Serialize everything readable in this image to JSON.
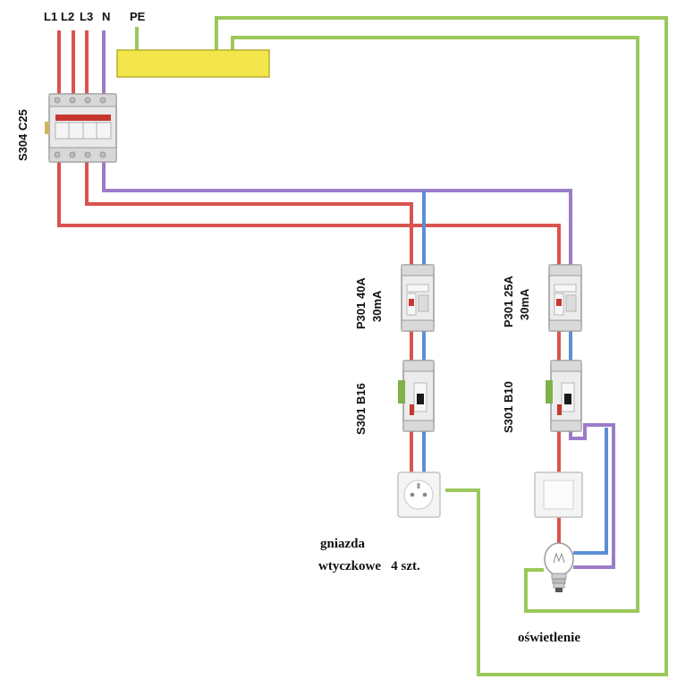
{
  "wire_colors": {
    "phase": "#d9544f",
    "neutral_supply": "#9b7cc9",
    "neutral_branch": "#5b8ed6",
    "pe": "#9bc85a",
    "busbar": "#f3e64a"
  },
  "terminals": {
    "l1": "L1",
    "l2": "L2",
    "l3": "L3",
    "n": "N",
    "pe": "PE"
  },
  "main_breaker": {
    "label": "S304 C25"
  },
  "circuit_sockets": {
    "rcd": {
      "line1": "P301 40A",
      "line2": "30mA"
    },
    "mcb": {
      "label": "S301 B16"
    },
    "device_icon": "socket-icon",
    "caption_line1": "gniazda",
    "caption_line2": "wtyczkowe   4 szt."
  },
  "circuit_lighting": {
    "rcd": {
      "line1": "P301 25A",
      "line2": "30mA"
    },
    "mcb": {
      "label": "S301 B10"
    },
    "switch_icon": "light-switch-icon",
    "lamp_icon": "light-bulb-icon",
    "caption": "oświetlenie"
  }
}
